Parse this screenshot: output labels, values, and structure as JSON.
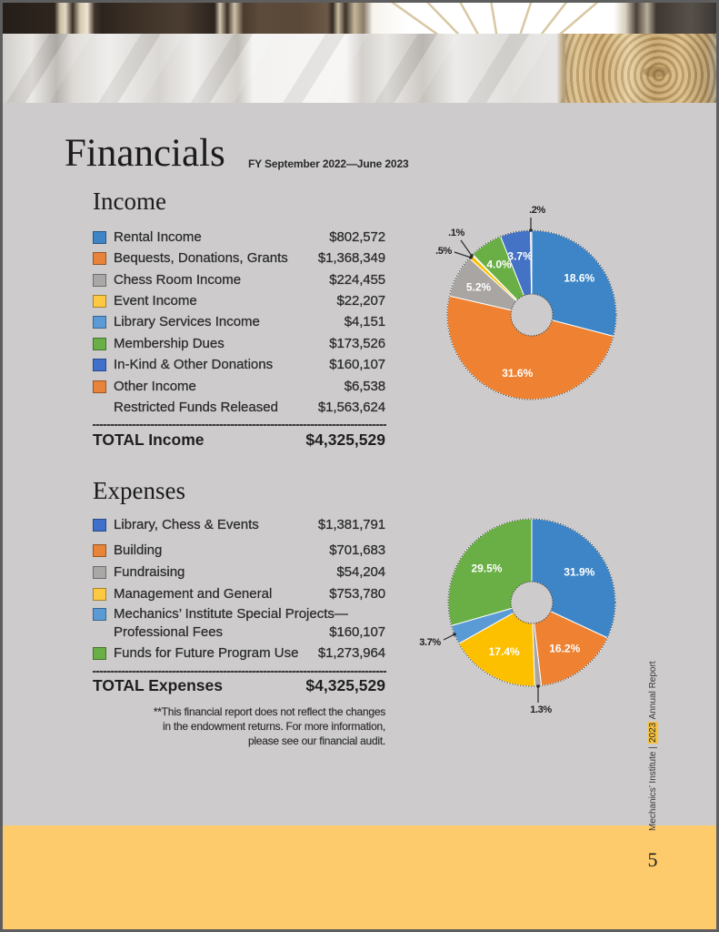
{
  "header": {
    "title": "Financials",
    "subtitle": "FY September 2022—June 2023"
  },
  "income": {
    "heading": "Income",
    "items": [
      {
        "label": "Rental Income",
        "value": "$802,572",
        "color": "#3d85c6"
      },
      {
        "label": "Bequests, Donations, Grants",
        "value": "$1,368,349",
        "color": "#e8833a"
      },
      {
        "label": "Chess Room Income",
        "value": "$224,455",
        "color": "#aaa8a6"
      },
      {
        "label": "Event Income",
        "value": "$22,207",
        "color": "#fdc842"
      },
      {
        "label": "Library Services Income",
        "value": "$4,151",
        "color": "#5b9bd5"
      },
      {
        "label": "Membership Dues",
        "value": "$173,526",
        "color": "#6aaf45"
      },
      {
        "label": "In-Kind & Other Donations",
        "value": "$160,107",
        "color": "#4070cc"
      },
      {
        "label": "Other Income",
        "value": "$6,538",
        "color": "#e8833a"
      },
      {
        "label": "Restricted Funds Released",
        "value": "$1,563,624",
        "color": null
      }
    ],
    "total_label": "TOTAL Income",
    "total_value": "$4,325,529"
  },
  "expenses": {
    "heading": "Expenses",
    "items": [
      {
        "label": "Library, Chess & Events",
        "value": "$1,381,791",
        "color": "#4070cc"
      },
      {
        "label": "Building",
        "value": "$701,683",
        "color": "#e8833a"
      },
      {
        "label": "Fundraising",
        "value": "$54,204",
        "color": "#aaa8a6"
      },
      {
        "label": "Management and General",
        "value": "$753,780",
        "color": "#fdc842"
      },
      {
        "label": "Mechanics’ Institute Special Projects—Professional Fees",
        "label_lines": [
          "Mechanics’ Institute Special Projects—",
          "Professional Fees"
        ],
        "value": "$160,107",
        "color": "#5b9bd5"
      },
      {
        "label": "Funds for Future Program Use",
        "value": "$1,273,964",
        "color": "#6aaf45"
      }
    ],
    "total_label": "TOTAL Expenses",
    "total_value": "$4,325,529",
    "footnote_lines": [
      "**This financial report does not reflect the changes",
      "in the endowment returns. For more information,",
      "please see our financial audit."
    ]
  },
  "side_caption": {
    "org": "Mechanics’ Institute",
    "separator": "|",
    "year": "2023",
    "report": "Annual Report"
  },
  "page_number": "5",
  "colors": {
    "page_background": "#cdcbcc",
    "footer_band": "#fdcb6b",
    "frame": "#5e5e5e",
    "year_highlight": "#f9c23c"
  },
  "chart_data": [
    {
      "type": "pie",
      "variant": "donut",
      "title": "Income",
      "categories": [
        "Rental Income",
        "Bequests, Donations, Grants",
        "Chess Room Income",
        "Event Income",
        "Library Services Income",
        "Membership Dues",
        "In-Kind & Other Donations",
        "Other Income"
      ],
      "values": [
        802572,
        1368349,
        224455,
        22207,
        4151,
        173526,
        160107,
        6538
      ],
      "labels": [
        "18.6%",
        "31.6%",
        "5.2%",
        ".5%",
        ".1%",
        "4.0%",
        "3.7%",
        ".2%"
      ],
      "colors": [
        "#3d85c6",
        "#ee8232",
        "#a8a5a3",
        "#fdc000",
        "#5b9bd5",
        "#6aaf45",
        "#4472c4",
        "#ee8232"
      ],
      "start_angle": 0,
      "direction": "clockwise",
      "label_radius": 66,
      "outside_labels": [
        {
          "index": 3,
          "pos": [
            -97,
            -70
          ],
          "leader": [
            [
              -85,
              -69
            ],
            [
              -67,
              -63
            ]
          ]
        },
        {
          "index": 4,
          "pos": [
            -83,
            -90
          ],
          "leader": [
            [
              -78,
              -82
            ],
            [
              -66,
              -65
            ]
          ]
        },
        {
          "index": 7,
          "pos": [
            6,
            -115
          ],
          "leader": [
            [
              -1,
              -107
            ],
            [
              -1,
              -93
            ]
          ]
        }
      ],
      "legend_position": "left"
    },
    {
      "type": "pie",
      "variant": "donut",
      "title": "Expenses",
      "categories": [
        "Library, Chess & Events",
        "Building",
        "Fundraising",
        "Management and General",
        "Mechanics’ Institute Special Projects—Professional Fees",
        "Funds for Future Program Use"
      ],
      "values": [
        1381791,
        701683,
        54204,
        753780,
        160107,
        1273964
      ],
      "labels": [
        "31.9%",
        "16.2%",
        "1.3%",
        "17.4%",
        "3.7%",
        "29.5%"
      ],
      "colors": [
        "#3d85c6",
        "#ee8232",
        "#a8a5a3",
        "#fdc000",
        "#5b9bd5",
        "#6aaf45"
      ],
      "start_angle": 0,
      "direction": "clockwise",
      "label_radius": 62,
      "outside_labels": [
        {
          "index": 2,
          "pos": [
            10,
            118
          ],
          "leader": [
            [
              7,
              110
            ],
            [
              7,
              92
            ]
          ]
        },
        {
          "index": 4,
          "pos": [
            -112,
            44
          ],
          "leader": [
            [
              -97,
              41
            ],
            [
              -85,
              35
            ]
          ]
        }
      ],
      "legend_position": "left"
    }
  ]
}
